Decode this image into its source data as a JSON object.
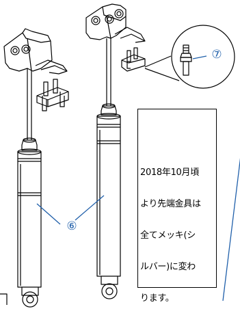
{
  "note": {
    "lines": [
      "2018年10月頃",
      "より先端金具は",
      "全てメッキ(シ",
      "ルバー)に変わ",
      "ります。"
    ]
  },
  "callouts": {
    "part_6": "⑥",
    "part_7": "⑦"
  },
  "colors": {
    "line": "#000000",
    "callout": "#1f5faa",
    "background": "#ffffff"
  }
}
